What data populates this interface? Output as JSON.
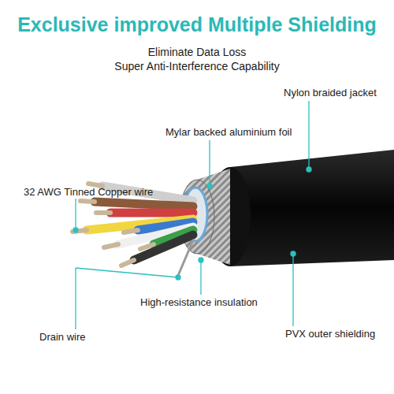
{
  "diagram": {
    "title": "Exclusive improved Multiple Shielding",
    "labels": [
      "Eliminate Data Loss",
      "Super Anti-Interference Capability",
      "Nylon braided jacket",
      "Mylar backed aluminium foil",
      "32 AWG Tinned Copper wire",
      "High-resistance insulation",
      "Drain wire",
      "PVX outer shielding"
    ]
  }
}
